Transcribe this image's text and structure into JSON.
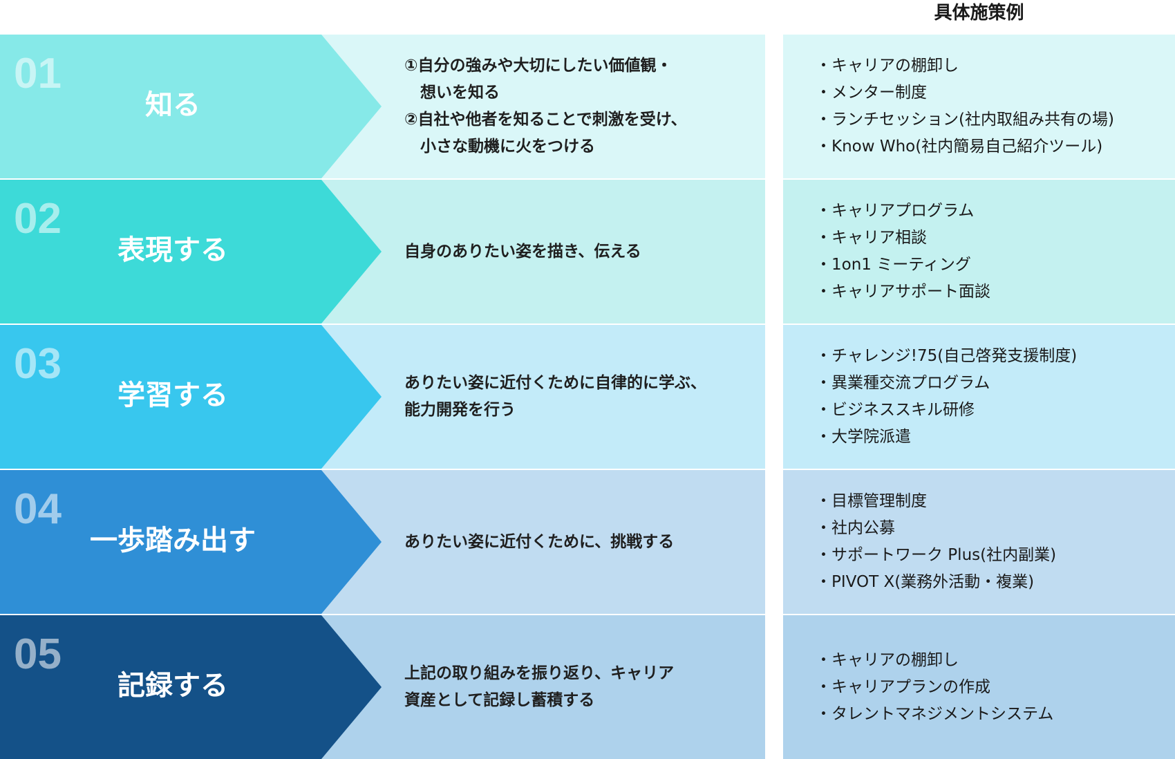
{
  "header": {
    "title": "具体施策例"
  },
  "rows": [
    {
      "number": "01",
      "label": "知る",
      "description": [
        "①自分の強みや大切にしたい価値観・",
        "想いを知る",
        "②自社や他者を知ることで刺激を受け、",
        "小さな動機に火をつける"
      ],
      "examples": [
        "キャリアの棚卸し",
        "メンター制度",
        "ランチセッション(社内取組み共有の場)",
        "Know Who(社内簡易自己紹介ツール)"
      ],
      "colors": {
        "arrow": "#86e9e8",
        "middle": "#daf7f8",
        "right": "#daf7f8"
      }
    },
    {
      "number": "02",
      "label": "表現する",
      "description": [
        "自身のありたい姿を描き、伝える"
      ],
      "examples": [
        "キャリアプログラム",
        "キャリア相談",
        "1on1 ミーティング",
        "キャリアサポート面談"
      ],
      "colors": {
        "arrow": "#3ddad8",
        "middle": "#c4f1f0",
        "right": "#c4f1f0"
      }
    },
    {
      "number": "03",
      "label": "学習する",
      "description": [
        "ありたい姿に近付くために自律的に学ぶ、",
        "能力開発を行う"
      ],
      "examples": [
        "チャレンジ!75(自己啓発支援制度)",
        "異業種交流プログラム",
        "ビジネススキル研修",
        "大学院派遣"
      ],
      "colors": {
        "arrow": "#38c7ee",
        "middle": "#c3ebf9",
        "right": "#c3ebf9"
      }
    },
    {
      "number": "04",
      "label": "一歩踏み出す",
      "description": [
        "ありたい姿に近付くために、挑戦する"
      ],
      "examples": [
        "目標管理制度",
        "社内公募",
        "サポートワーク Plus(社内副業)",
        "PIVOT X(業務外活動・複業)"
      ],
      "colors": {
        "arrow": "#2f8fd6",
        "middle": "#c0dcf1",
        "right": "#c0dcf1"
      }
    },
    {
      "number": "05",
      "label": "記録する",
      "description": [
        "上記の取り組みを振り返り、キャリア",
        "資産として記録し蓄積する"
      ],
      "examples": [
        "キャリアの棚卸し",
        "キャリアプランの作成",
        "タレントマネジメントシステム"
      ],
      "colors": {
        "arrow": "#145188",
        "middle": "#aed2ec",
        "right": "#aed2ec"
      }
    }
  ]
}
